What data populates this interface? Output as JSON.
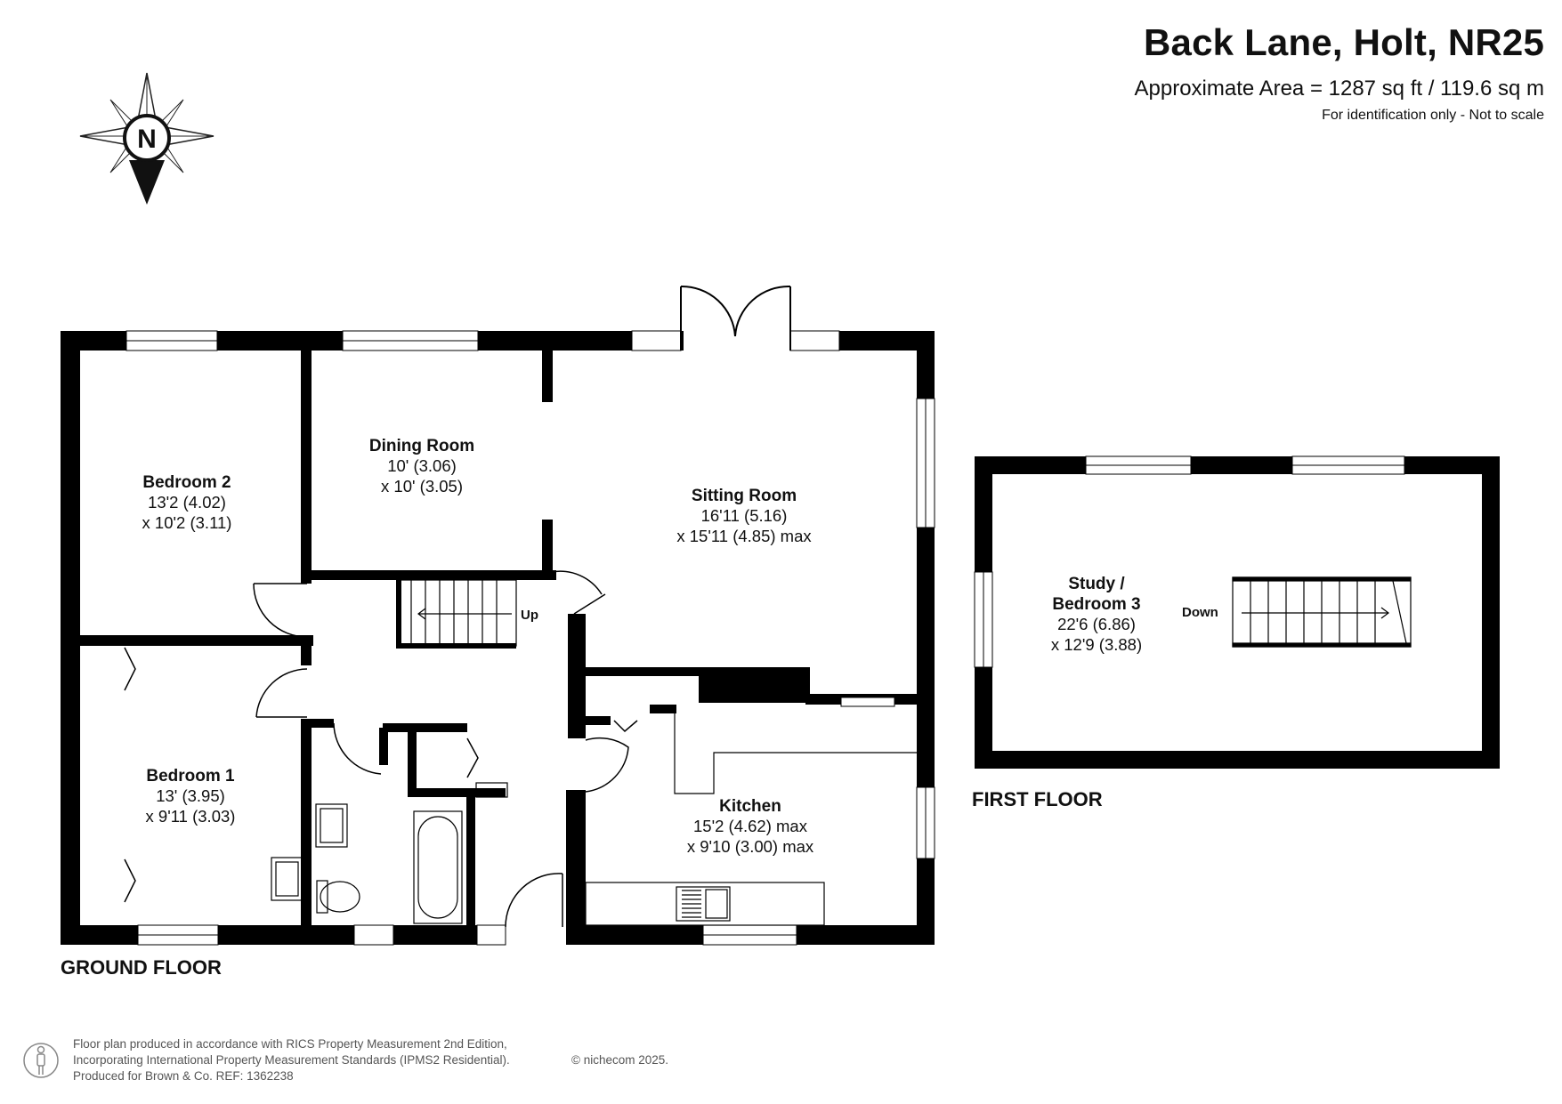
{
  "header": {
    "title": "Back Lane, Holt, NR25",
    "area": "Approximate Area = 1287 sq ft / 119.6 sq m",
    "note": "For identification only - Not to scale"
  },
  "compass": {
    "label": "N"
  },
  "ground_floor": {
    "label": "GROUND FLOOR",
    "rooms": {
      "bedroom2": {
        "name": "Bedroom 2",
        "dim1": "13'2 (4.02)",
        "dim2": "x 10'2 (3.11)"
      },
      "dining": {
        "name": "Dining Room",
        "dim1": "10' (3.06)",
        "dim2": "x 10' (3.05)"
      },
      "sitting": {
        "name": "Sitting Room",
        "dim1": "16'11 (5.16)",
        "dim2": "x 15'11 (4.85) max"
      },
      "bedroom1": {
        "name": "Bedroom 1",
        "dim1": "13' (3.95)",
        "dim2": "x 9'11 (3.03)"
      },
      "kitchen": {
        "name": "Kitchen",
        "dim1": "15'2 (4.62) max",
        "dim2": "x 9'10 (3.00) max"
      }
    },
    "stairs_label": "Up"
  },
  "first_floor": {
    "label": "FIRST FLOOR",
    "rooms": {
      "study": {
        "name1": "Study /",
        "name2": "Bedroom 3",
        "dim1": "22'6 (6.86)",
        "dim2": "x 12'9 (3.88)"
      }
    },
    "stairs_label": "Down"
  },
  "footer": {
    "line1": "Floor plan produced in accordance with RICS Property Measurement 2nd Edition,",
    "line2": "Incorporating International Property Measurement Standards (IPMS2 Residential).",
    "line3": "Produced for Brown & Co.   REF: 1362238",
    "copyright": "© nichecom 2025."
  },
  "colors": {
    "wall": "#000000",
    "window": "#ffffff",
    "text": "#111111",
    "footer": "#555555"
  }
}
